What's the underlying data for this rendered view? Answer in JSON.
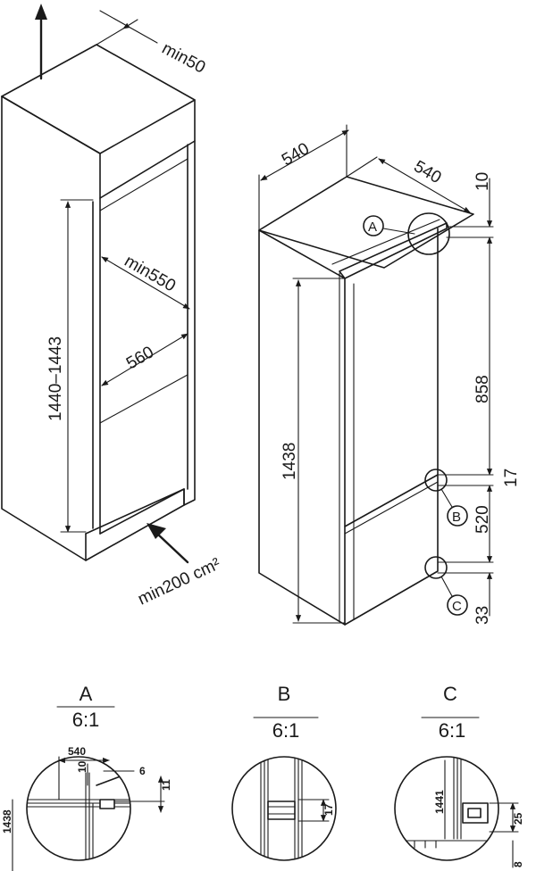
{
  "left_view": {
    "min_top": "min50",
    "niche_height": "1440–1443",
    "min_depth": "min550",
    "niche_width": "560",
    "min_vent": "min200 cm²"
  },
  "right_view": {
    "width": "540",
    "depth": "540",
    "top_gap": "10",
    "height": "1438",
    "upper_height": "858",
    "middle_gap": "17",
    "lower_height": "520",
    "bottom_gap": "33",
    "callout_a": "A",
    "callout_b": "B",
    "callout_c": "C"
  },
  "details": [
    {
      "letter": "A",
      "scale": "6:1",
      "dims": [
        "540",
        "10",
        "6",
        "11",
        "1438"
      ]
    },
    {
      "letter": "B",
      "scale": "6:1",
      "dims": [
        "17"
      ]
    },
    {
      "letter": "C",
      "scale": "6:1",
      "dims": [
        "1441",
        "25",
        "8"
      ]
    }
  ]
}
